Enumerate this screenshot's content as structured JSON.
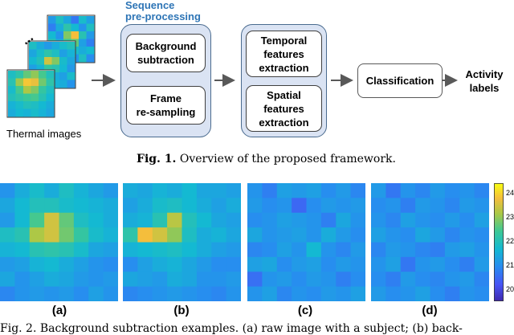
{
  "fig1": {
    "input_label": "Thermal images",
    "dots": "...",
    "preproc_title": "Sequence\npre-processing",
    "box_background": "Background\nsubtraction",
    "box_resampling": "Frame\nre-sampling",
    "box_temporal": "Temporal\nfeatures\nextraction",
    "box_spatial": "Spatial\nfeatures\nextraction",
    "box_classification": "Classification",
    "output_label": "Activity\nlabels",
    "caption_prefix": "Fig. 1.",
    "caption_text": " Overview of the proposed framework."
  },
  "fig2": {
    "panel_labels": [
      "(a)",
      "(b)",
      "(c)",
      "(d)"
    ],
    "colorbar_ticks": [
      "24",
      "23",
      "22",
      "21",
      "20"
    ],
    "colorbar_range": [
      19.6,
      24.5
    ],
    "caption_visible": "Fig. 2. Background subtraction examples. (a) raw image with a subject; (b) back-",
    "heatmaps": [
      [
        [
          21.2,
          21.6,
          21.9,
          21.6,
          22.0,
          21.7,
          21.5,
          21.3
        ],
        [
          21.5,
          21.8,
          22.1,
          22.1,
          21.9,
          21.8,
          21.7,
          21.6
        ],
        [
          21.3,
          21.8,
          22.6,
          23.6,
          22.8,
          22.0,
          21.8,
          21.6
        ],
        [
          22.0,
          22.2,
          23.3,
          23.6,
          22.9,
          22.4,
          21.9,
          21.7
        ],
        [
          21.7,
          21.8,
          22.2,
          22.3,
          22.2,
          21.9,
          21.5,
          21.4
        ],
        [
          21.3,
          21.4,
          21.7,
          21.8,
          21.6,
          21.4,
          21.2,
          21.1
        ],
        [
          21.5,
          21.2,
          21.4,
          21.6,
          21.5,
          21.3,
          21.2,
          21.3
        ],
        [
          21.0,
          21.2,
          21.3,
          21.2,
          21.3,
          21.1,
          21.4,
          21.2
        ]
      ],
      [
        [
          21.6,
          21.5,
          21.7,
          21.6,
          21.8,
          21.5,
          21.5,
          21.4
        ],
        [
          21.4,
          21.6,
          21.9,
          22.0,
          21.8,
          21.6,
          21.4,
          21.6
        ],
        [
          21.6,
          21.7,
          22.2,
          23.4,
          22.1,
          21.8,
          21.5,
          21.4
        ],
        [
          22.3,
          23.9,
          23.6,
          23.1,
          22.0,
          21.6,
          21.7,
          21.5
        ],
        [
          21.7,
          21.8,
          21.9,
          22.0,
          21.8,
          21.6,
          21.4,
          21.3
        ],
        [
          21.1,
          21.4,
          21.6,
          21.7,
          21.5,
          21.3,
          21.1,
          21.1
        ],
        [
          21.5,
          21.4,
          21.3,
          21.6,
          21.5,
          21.2,
          21.2,
          21.3
        ],
        [
          21.0,
          21.1,
          21.2,
          21.3,
          21.2,
          21.1,
          21.0,
          21.2
        ]
      ],
      [
        [
          21.2,
          20.9,
          21.4,
          21.3,
          21.4,
          21.1,
          21.3,
          21.0
        ],
        [
          21.3,
          21.1,
          21.2,
          20.6,
          21.1,
          21.3,
          21.2,
          21.3
        ],
        [
          21.1,
          21.2,
          21.4,
          21.3,
          21.2,
          20.9,
          21.5,
          21.2
        ],
        [
          21.5,
          21.2,
          21.3,
          21.4,
          21.2,
          21.6,
          21.3,
          21.1
        ],
        [
          21.0,
          21.1,
          21.4,
          21.2,
          21.8,
          21.2,
          21.0,
          21.3
        ],
        [
          21.4,
          21.5,
          21.1,
          21.3,
          21.4,
          21.1,
          21.3,
          21.2
        ],
        [
          20.7,
          21.2,
          21.3,
          21.1,
          21.3,
          21.2,
          20.9,
          21.1
        ],
        [
          21.2,
          21.4,
          21.0,
          21.2,
          21.1,
          21.3,
          21.2,
          21.4
        ]
      ],
      [
        [
          21.3,
          20.8,
          21.2,
          21.0,
          21.3,
          21.1,
          21.2,
          21.0
        ],
        [
          21.1,
          21.2,
          20.9,
          21.3,
          21.2,
          21.0,
          21.3,
          21.2
        ],
        [
          21.2,
          21.0,
          21.4,
          21.2,
          21.1,
          21.3,
          21.1,
          21.4
        ],
        [
          21.4,
          21.2,
          21.1,
          21.5,
          21.3,
          21.0,
          21.2,
          21.1
        ],
        [
          21.0,
          21.3,
          21.2,
          21.0,
          20.9,
          21.3,
          21.4,
          21.2
        ],
        [
          21.2,
          21.4,
          20.8,
          21.2,
          21.3,
          21.1,
          20.9,
          21.3
        ],
        [
          21.1,
          20.9,
          21.3,
          21.1,
          21.0,
          21.2,
          21.3,
          21.0
        ],
        [
          21.3,
          21.1,
          21.2,
          21.4,
          21.1,
          20.9,
          21.2,
          21.1
        ]
      ]
    ],
    "thumbnails": [
      [
        [
          22.0,
          22.3,
          22.8,
          23.1,
          22.6,
          22.1
        ],
        [
          22.2,
          23.2,
          24.0,
          23.8,
          22.9,
          22.3
        ],
        [
          21.9,
          22.6,
          23.3,
          23.0,
          22.4,
          22.0
        ],
        [
          22.1,
          22.3,
          22.5,
          22.6,
          22.2,
          21.8
        ],
        [
          21.7,
          21.9,
          22.1,
          22.0,
          21.8,
          21.6
        ],
        [
          21.6,
          21.8,
          21.7,
          21.9,
          21.7,
          21.5
        ]
      ],
      [
        [
          22.0,
          21.6,
          21.3,
          21.6,
          21.9,
          22.1
        ],
        [
          21.5,
          21.9,
          22.3,
          22.0,
          21.4,
          21.7
        ],
        [
          21.8,
          22.1,
          23.6,
          23.0,
          21.9,
          21.5
        ],
        [
          21.4,
          21.7,
          22.4,
          22.2,
          21.8,
          21.3
        ],
        [
          21.6,
          21.3,
          21.8,
          21.6,
          21.4,
          21.9
        ],
        [
          21.9,
          21.5,
          21.3,
          21.7,
          21.6,
          21.2
        ]
      ],
      [
        [
          21.3,
          22.0,
          21.5,
          20.8,
          21.9,
          21.4
        ],
        [
          20.9,
          21.6,
          22.3,
          21.8,
          21.2,
          22.0
        ],
        [
          21.8,
          21.2,
          23.0,
          23.9,
          22.2,
          21.3
        ],
        [
          22.2,
          21.6,
          22.5,
          22.8,
          21.4,
          20.9
        ],
        [
          21.0,
          22.1,
          21.3,
          21.9,
          21.6,
          21.8
        ],
        [
          21.6,
          20.8,
          21.7,
          21.2,
          22.0,
          21.1
        ]
      ]
    ]
  }
}
